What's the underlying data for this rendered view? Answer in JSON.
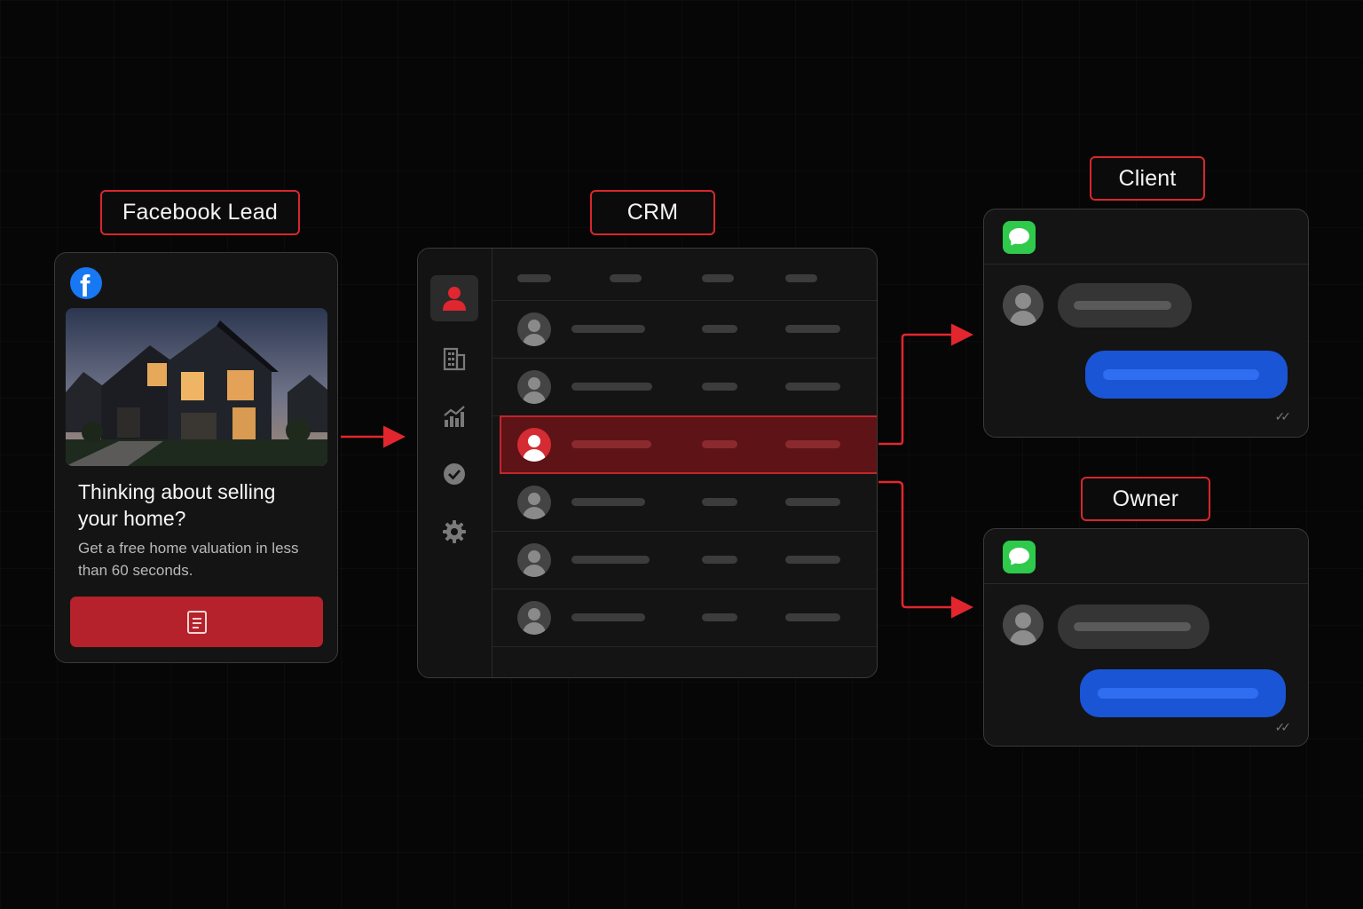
{
  "labels": {
    "facebook_lead": "Facebook Lead",
    "crm": "CRM",
    "client": "Client",
    "owner": "Owner"
  },
  "facebook_ad": {
    "headline": "Thinking about selling your home?",
    "subtext": "Get a free home valuation in less than 60 seconds.",
    "icons": [
      "facebook-logo-icon",
      "house-photo",
      "document-icon"
    ]
  },
  "crm": {
    "sidebar_icons": [
      "contact-icon",
      "building-icon",
      "chart-icon",
      "check-circle-icon",
      "gear-icon"
    ],
    "active_sidebar": "contact-icon",
    "row_count": 6,
    "selected_row": 3
  },
  "messages": {
    "app_icon": "messages-icon",
    "status_icon": "double-check-icon"
  },
  "colors": {
    "accent": "#d9262c",
    "facebook": "#1877f2",
    "messages_green": "#2fc94b",
    "bubble_blue": "#1a55d6",
    "cta_red": "#b5222b"
  }
}
